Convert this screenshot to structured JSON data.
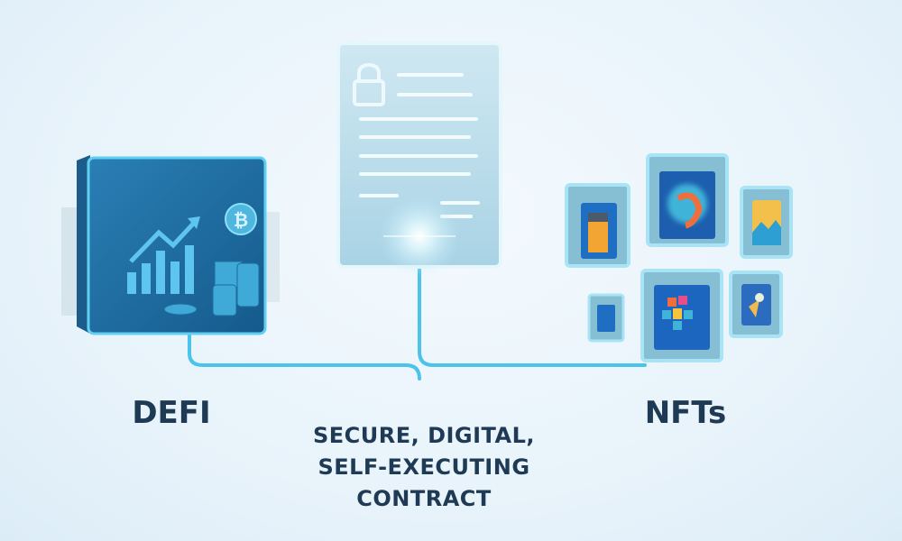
{
  "labels": {
    "defi": "DEFI",
    "nfts": "NFTs",
    "contract": [
      "SECURE, DIGITAL,",
      "SELF-EXECUTING",
      "CONTRACT"
    ]
  },
  "colors": {
    "text": "#1e3a54",
    "connector": "#4cc3ea",
    "defi_panel": "#1f6ea3",
    "document": "#b9dbe9",
    "frame": "#7fc3db"
  },
  "icons": [
    "lock-icon",
    "bitcoin-icon",
    "growth-chart-icon",
    "coin-stack-icon",
    "nft-artwork-icon"
  ]
}
